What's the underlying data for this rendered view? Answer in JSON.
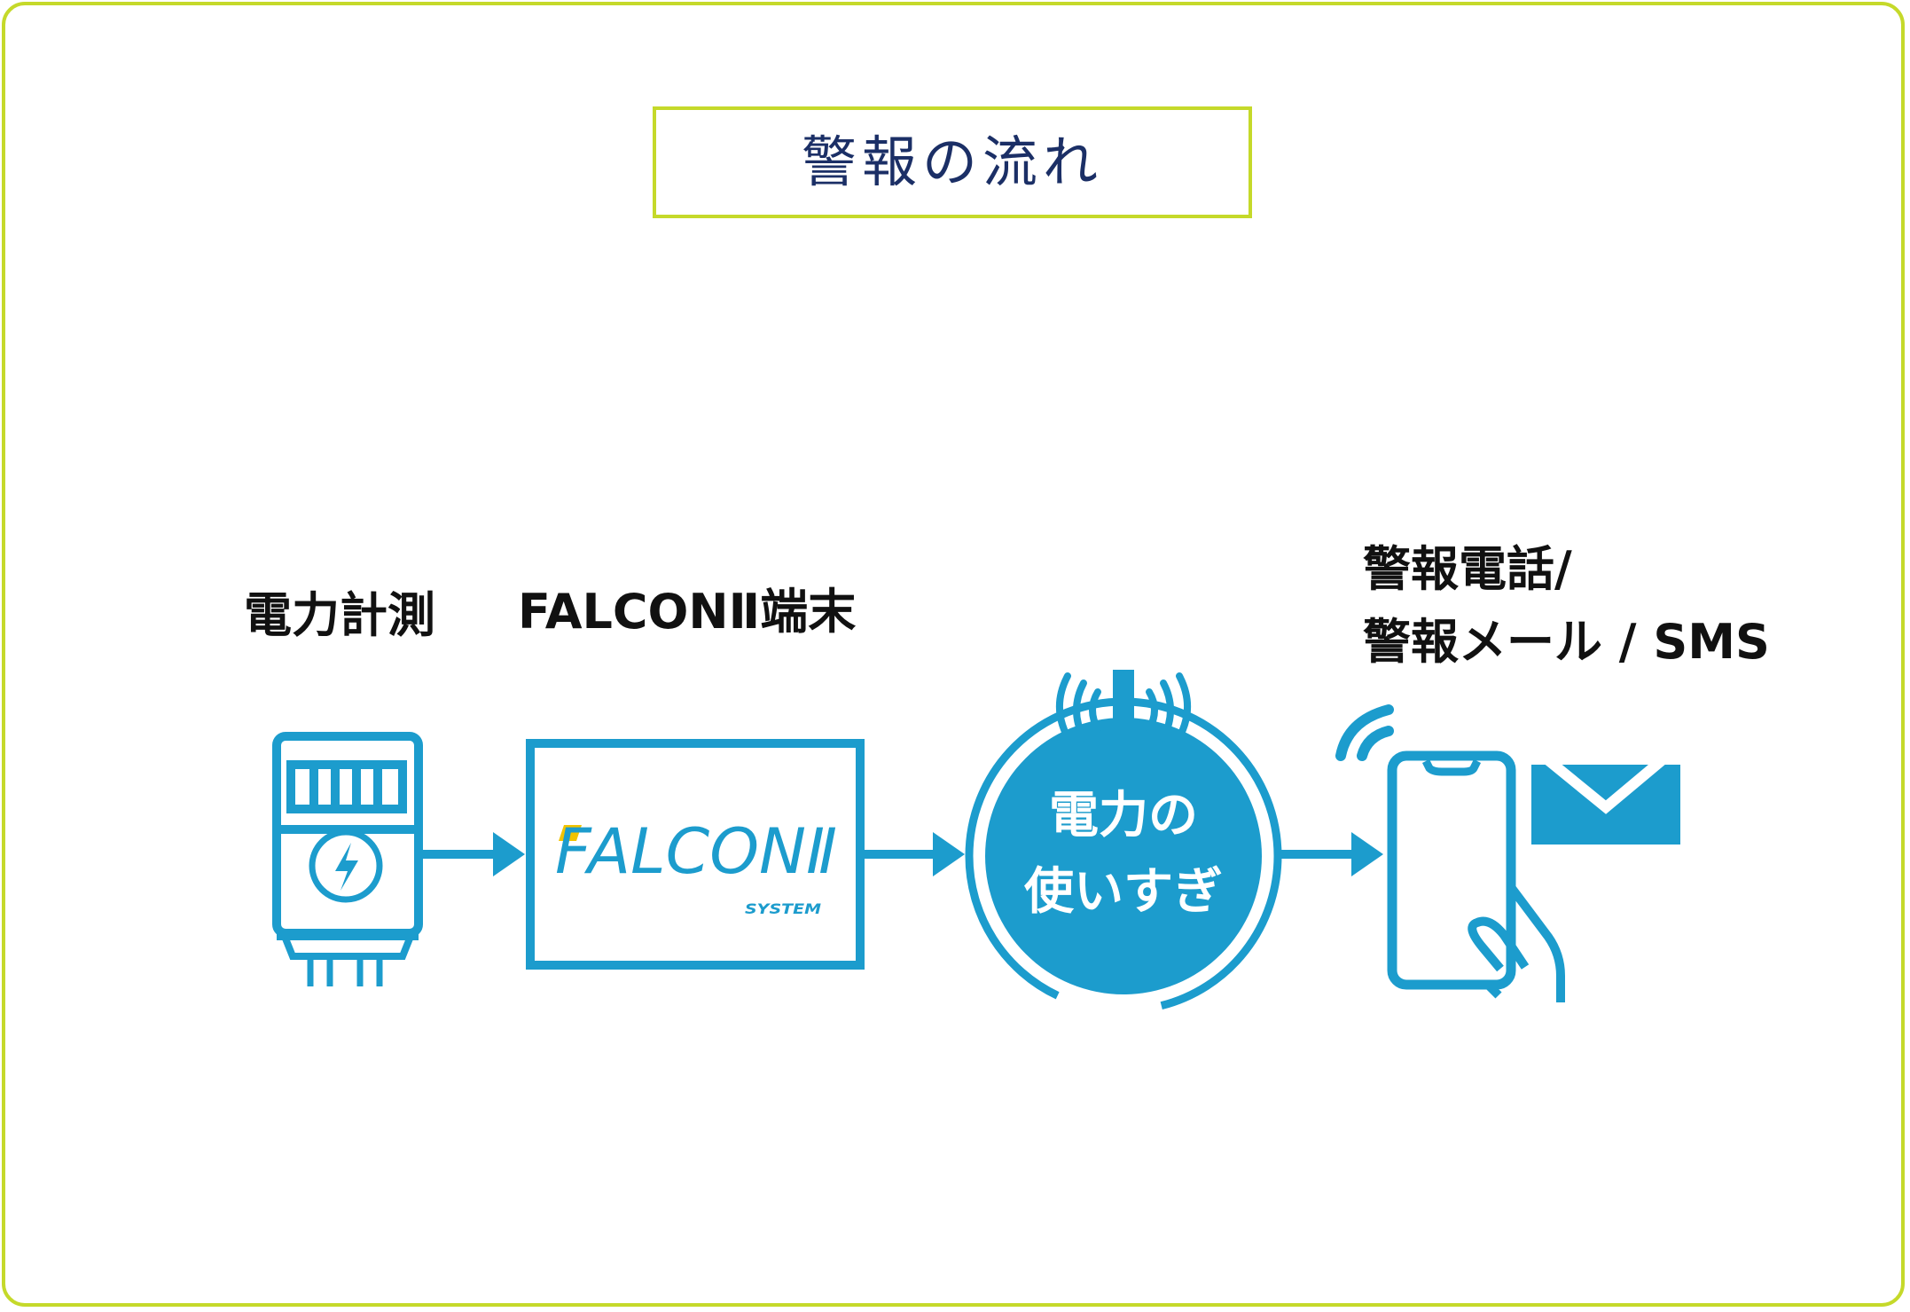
{
  "title": "警報の流れ",
  "steps": [
    {
      "label": "電力計測",
      "icon": "electric-meter-icon"
    },
    {
      "label": "FALCONⅡ端末",
      "icon": "falcon-terminal-icon",
      "logo_text": "FALCONⅡ",
      "logo_subtext": "SYSTEM"
    },
    {
      "label_line1": "電力の",
      "label_line2": "使いすぎ",
      "icon": "alert-circle-icon"
    },
    {
      "label_line1": "警報電話/",
      "label_line2": "警報メール / SMS",
      "icon": "phone-mail-icon"
    }
  ],
  "colors": {
    "accent_border": "#c5d92a",
    "title_text": "#1b2f66",
    "diagram_blue": "#1c9ccd",
    "logo_yellow": "#f2c300",
    "label_text": "#111111"
  }
}
